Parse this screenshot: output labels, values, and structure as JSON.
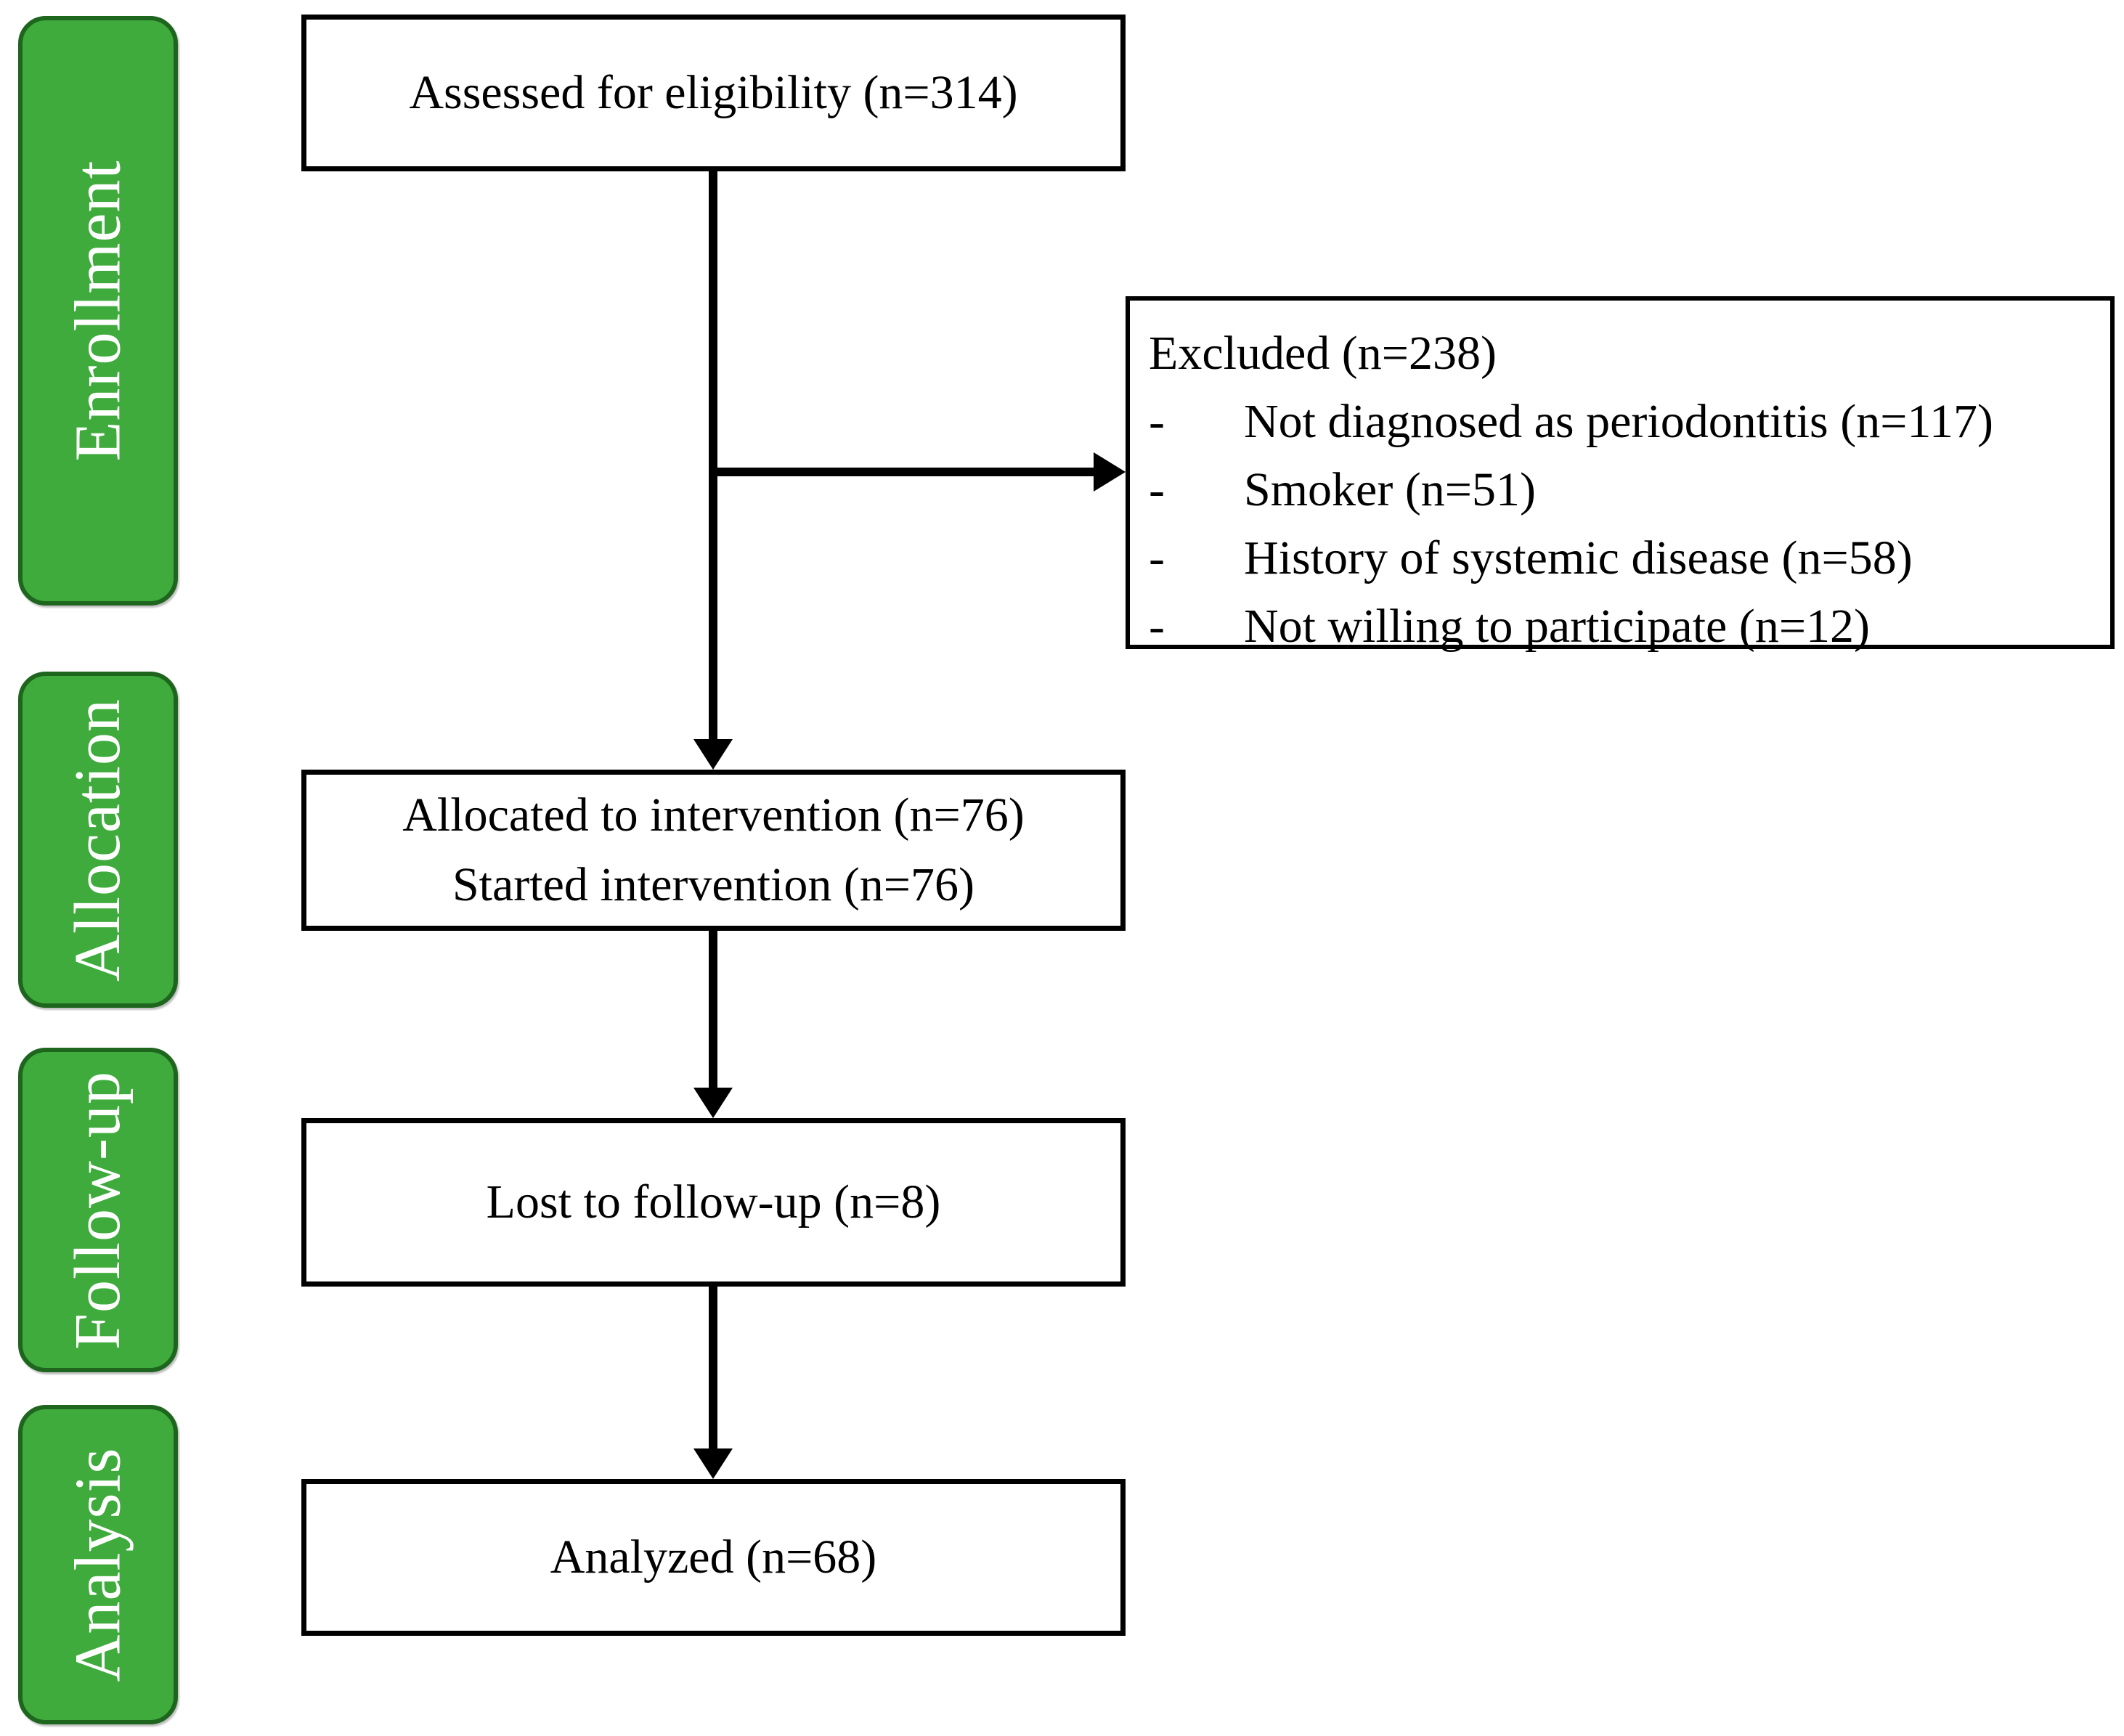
{
  "diagram": {
    "title": "CONSORT participant flow diagram",
    "stages": [
      {
        "id": "enrollment",
        "label": "Enrollment"
      },
      {
        "id": "allocation",
        "label": "Allocation"
      },
      {
        "id": "followup",
        "label": "Follow-up"
      },
      {
        "id": "analysis",
        "label": "Analysis"
      }
    ],
    "flow": {
      "assessed": {
        "text": "Assessed for eligibility (n=314)"
      },
      "excluded": {
        "title": "Excluded (n=238)",
        "bullet": "-",
        "items": [
          "Not diagnosed as periodontitis (n=117)",
          "Smoker (n=51)",
          "History of systemic disease (n=58)",
          "Not willing to participate (n=12)"
        ]
      },
      "allocated": {
        "lines": [
          "Allocated to intervention (n=76)",
          "Started intervention (n=76)"
        ]
      },
      "lost": {
        "text": "Lost to follow-up (n=8)"
      },
      "analyzed": {
        "text": "Analyzed (n=68)"
      }
    },
    "colors": {
      "stage_fill": "#3fab3c",
      "stage_border": "#1e651e",
      "stage_text": "#ffffff",
      "box_fill": "#ffffff",
      "box_border": "#000000",
      "line": "#000000"
    }
  }
}
